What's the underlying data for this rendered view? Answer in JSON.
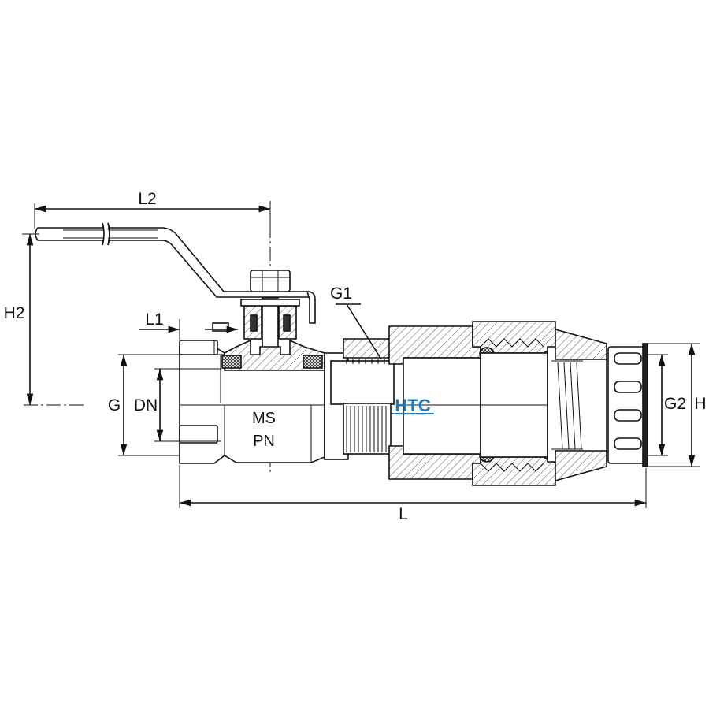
{
  "diagram": {
    "labels": {
      "l2": "L2",
      "h2": "H2",
      "l1": "L1",
      "g1": "G1",
      "g": "G",
      "dn": "DN",
      "g2": "G2",
      "h": "H",
      "l": "L"
    },
    "body_marking": {
      "line1": "MS",
      "line2": "PN"
    },
    "brand": "HTC",
    "colors": {
      "line": "#111111",
      "body_fill": "#f0f0f0",
      "hatch": "#555555",
      "brand": "#1a7bbd"
    }
  }
}
